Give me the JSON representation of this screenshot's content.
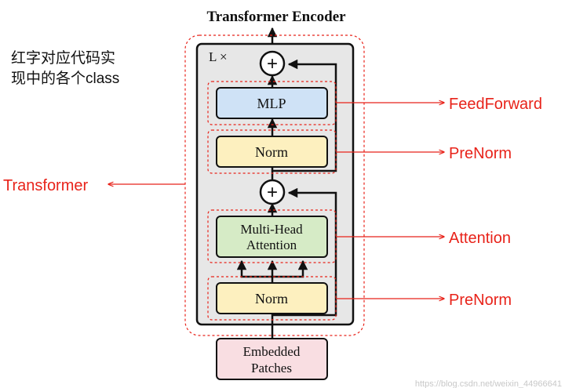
{
  "title": "Transformer Encoder",
  "note": {
    "line1": "红字对应代码实",
    "line2": "现中的各个class"
  },
  "encoder": {
    "repeat_label": "L ×",
    "plus_symbol": "+",
    "blocks": {
      "mlp": "MLP",
      "norm_top": "Norm",
      "attention_line1": "Multi-Head",
      "attention_line2": "Attention",
      "norm_bottom": "Norm"
    },
    "input_line1": "Embedded",
    "input_line2": "Patches"
  },
  "class_labels": {
    "feedforward": "FeedForward",
    "prenorm_top": "PreNorm",
    "transformer": "Transformer",
    "attention": "Attention",
    "prenorm_bottom": "PreNorm"
  },
  "watermark": "https://blog.csdn.net/weixin_44966641",
  "colors": {
    "annotation_red": "#e8231a",
    "mlp_fill": "#cfe2f6",
    "norm_fill": "#fdf0bf",
    "attention_fill": "#d6ebc6",
    "input_fill": "#f9dee2",
    "encoder_fill": "#e7e7e7",
    "ink": "#111111"
  }
}
